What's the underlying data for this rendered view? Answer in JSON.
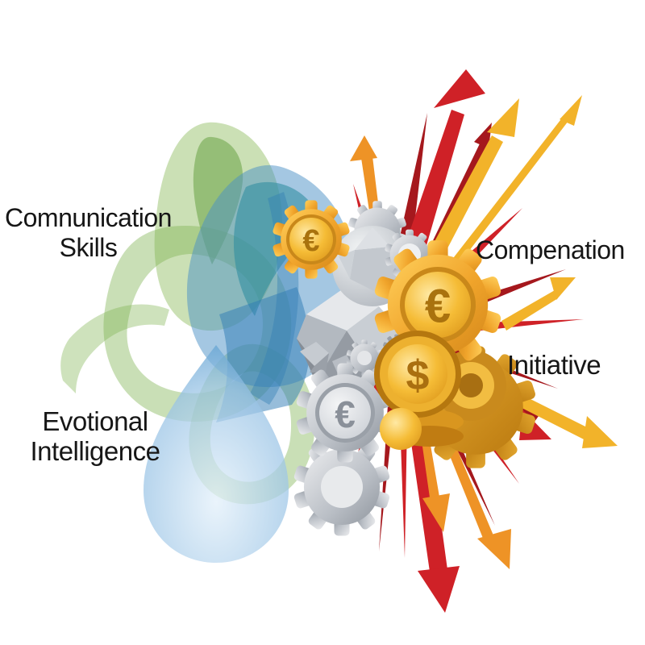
{
  "labels": {
    "communication_line1": "Comnunication",
    "communication_line2": "Skills",
    "emotional_line1": "Evotional",
    "emotional_line2": "Intelligence",
    "compensation": "Compenation",
    "initiative": "Initiative"
  },
  "currency": {
    "euro": "€",
    "dollar": "$"
  },
  "icons": {
    "gear_with_euro_coin_small": "gold gear holding € coin",
    "gear_with_euro_coin_large": "gold gear holding € coin",
    "gear_with_euro_coin_silver": "silver gear holding € coin",
    "dollar_coin": "gold coin with $",
    "diamond": "silver faceted diamond",
    "burst": "red and gold arrows exploding outward",
    "swirl": "translucent green and blue ribbons"
  },
  "colors": {
    "red": "#cf2127",
    "dark_red": "#a5181d",
    "yellow": "#f2b32a",
    "orange": "#ee9326",
    "gold": "#f0a42b",
    "gold_dark": "#c9881a",
    "silver": "#b4bac1",
    "silver_dark": "#9aa0a8",
    "green": "#7fb350",
    "teal": "#2a8b9e",
    "blue": "#4a90c6",
    "text": "#161616"
  }
}
